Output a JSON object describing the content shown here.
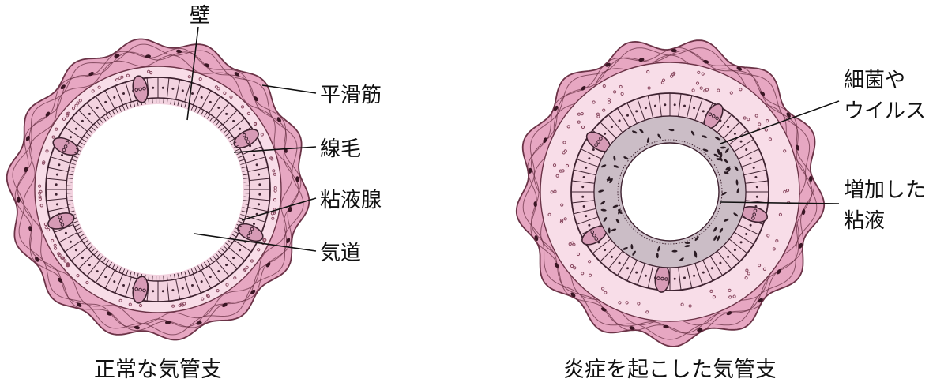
{
  "colors": {
    "muscle": "#e7a7c2",
    "muscle_stroke": "#6b3347",
    "wall": "#f8dde8",
    "dots": "#8a4a61",
    "cells": "#f3d3e0",
    "cell_stroke": "#3e2230",
    "gland": "#d79bb6",
    "mucus": "#cbbdc6",
    "mucus_dash": "#2b1c24",
    "lumen": "#ffffff"
  },
  "normal": {
    "caption": "正常な気管支",
    "labels": {
      "wall": "壁",
      "smooth_muscle": "平滑筋",
      "cilia": "線毛",
      "mucous_gland": "粘液腺",
      "airway": "気道"
    }
  },
  "inflamed": {
    "caption": "炎症を起こした気管支",
    "labels": {
      "bacteria_line1": "細菌や",
      "bacteria_line2": "ウイルス",
      "mucus_line1": "増加した",
      "mucus_line2": "粘液"
    }
  }
}
